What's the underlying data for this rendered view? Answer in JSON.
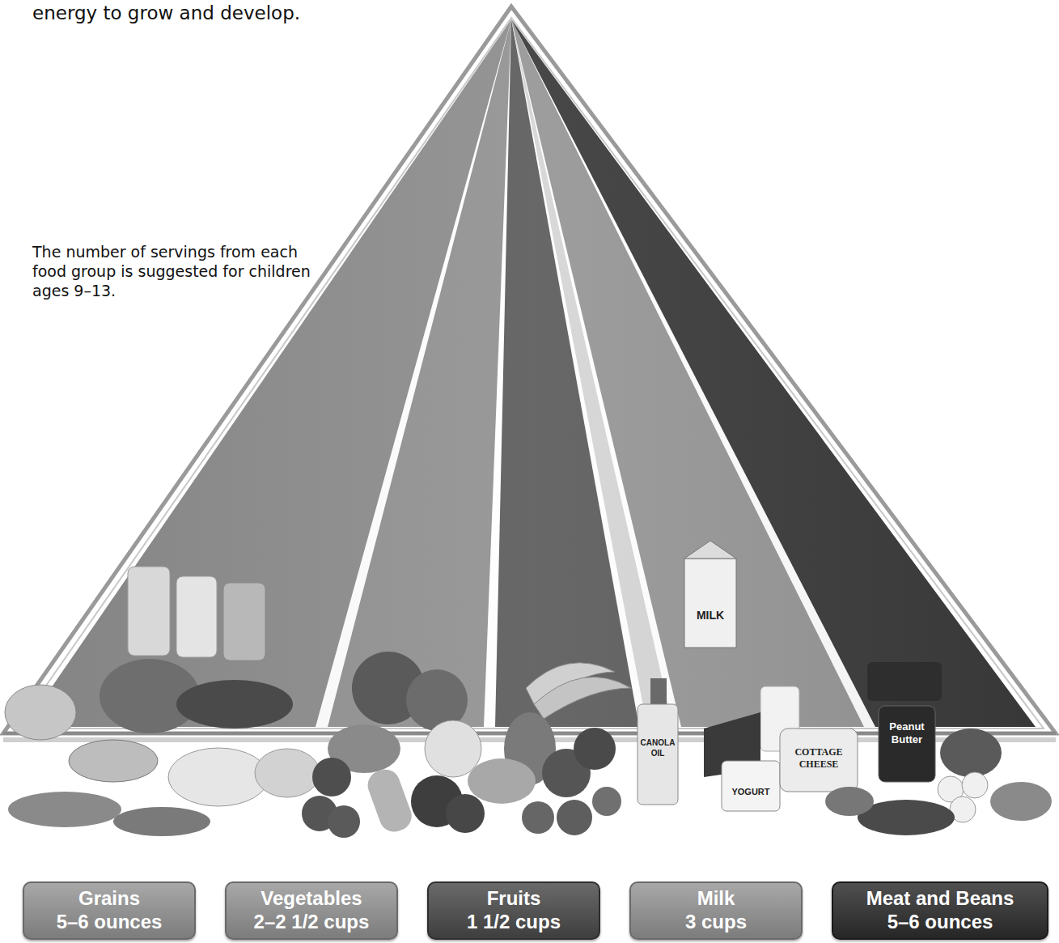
{
  "diagram": {
    "nodes": [
      {
        "text": [
          "Grains",
          "5–6 ounces"
        ]
      },
      {
        "text": [
          "Vegetables",
          "2–2 1/2 cups"
        ]
      },
      {
        "text": [
          "Fruits",
          "1 1/2 cups"
        ]
      },
      {
        "text": [
          "Milk",
          "3 cups"
        ]
      },
      {
        "text": [
          "Meat and Beans",
          "5–6 ounces"
        ]
      }
    ],
    "labels": [
      "energy to grow and develop.",
      "The number of servings from each food group is suggested for children ages 9–13.",
      "MILK",
      "CANOLA OIL",
      "YOGURT",
      "COTTAGE CHEESE",
      "Peanut Butter"
    ]
  }
}
